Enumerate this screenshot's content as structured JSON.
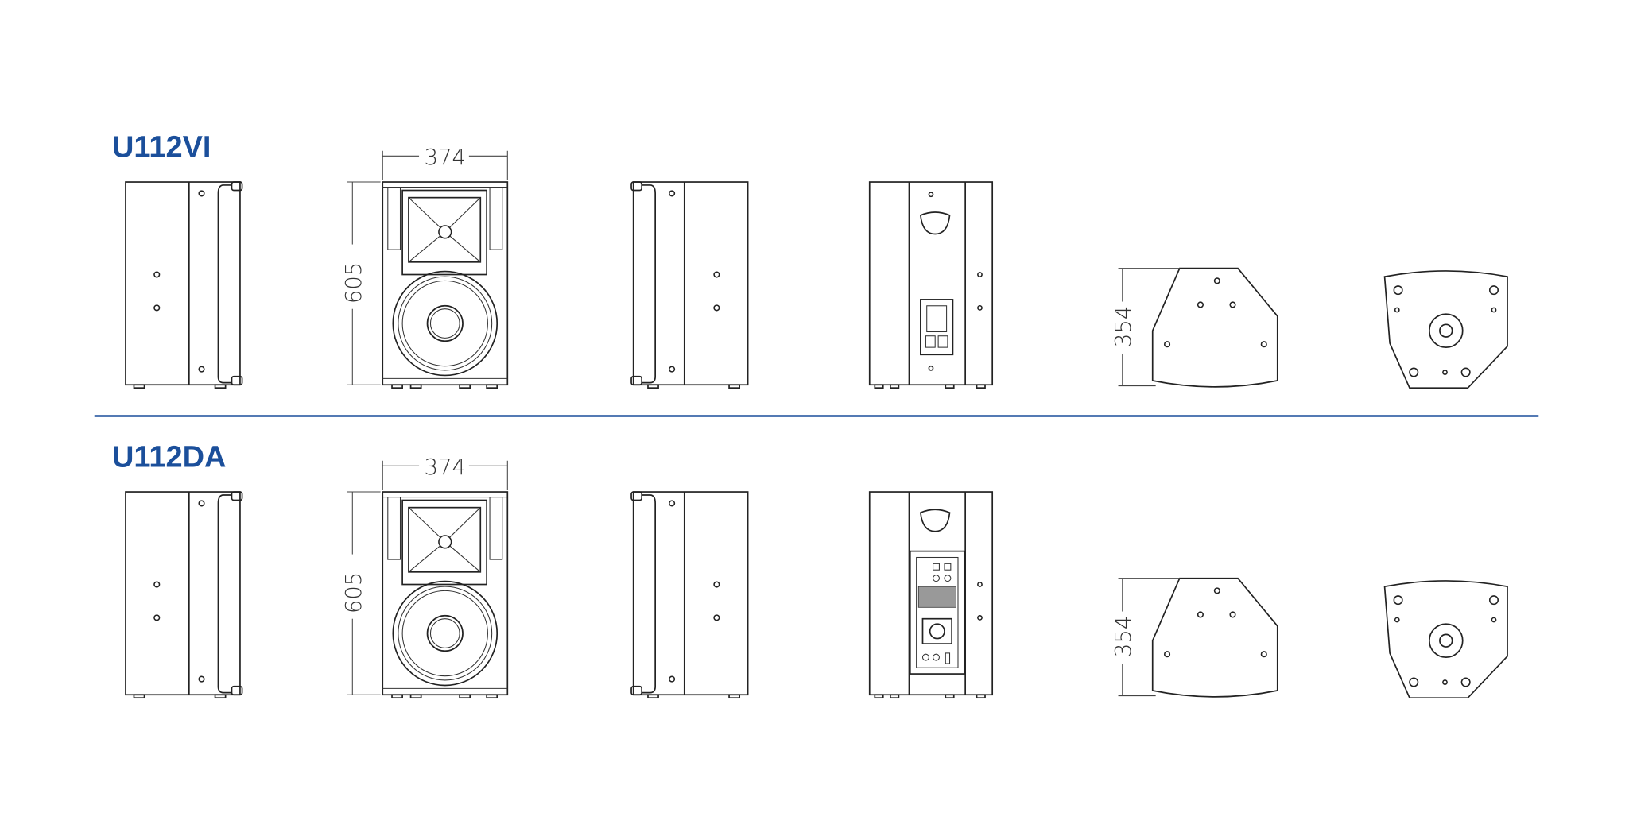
{
  "colors": {
    "accent": "#1b4f9b",
    "line": "#222222"
  },
  "models": [
    {
      "name": "U112VI",
      "width_dim": "374",
      "height_dim": "605",
      "depth_dim": "354",
      "rear_panel": "passive-connector-plate"
    },
    {
      "name": "U112DA",
      "width_dim": "374",
      "height_dim": "605",
      "depth_dim": "354",
      "rear_panel": "amplifier-module"
    }
  ]
}
